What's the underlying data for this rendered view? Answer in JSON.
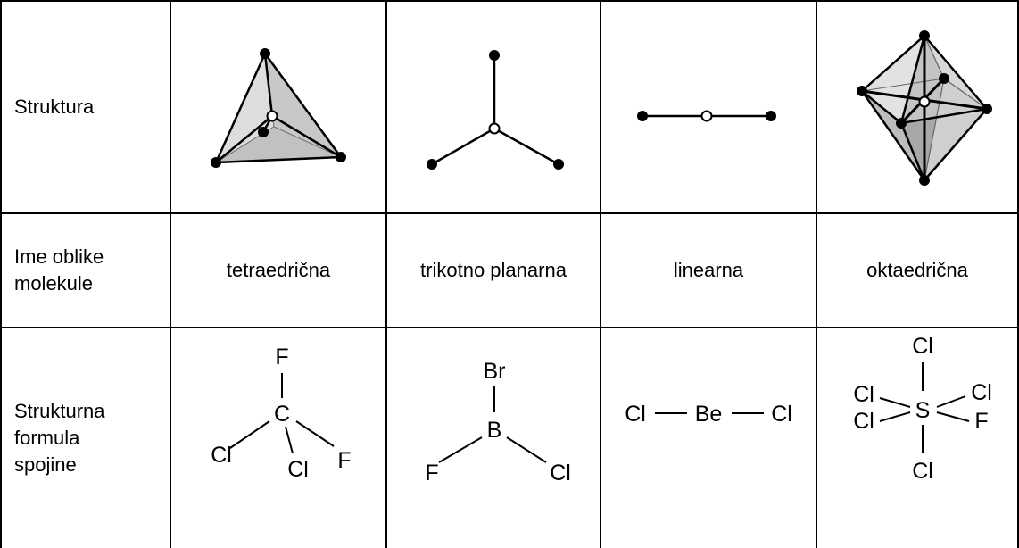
{
  "rows": {
    "structure_label": "Struktura",
    "shape_name_label": "Ime oblike\nmolekule",
    "formula_label": "Strukturna\nformula\nspojine"
  },
  "shapes": [
    {
      "name": "tetraedrična"
    },
    {
      "name": "trikotno planarna"
    },
    {
      "name": "linearna"
    },
    {
      "name": "oktaedrična"
    }
  ],
  "formulas": {
    "tetrahedral": {
      "center": "C",
      "top": "F",
      "left": "Cl",
      "bottom": "Cl",
      "right": "F"
    },
    "trigonal": {
      "center": "B",
      "top": "Br",
      "left": "F",
      "right": "Cl"
    },
    "linear": {
      "center": "Be",
      "left": "Cl",
      "right": "Cl"
    },
    "octahedral": {
      "center": "S",
      "top": "Cl",
      "bottom": "Cl",
      "upper_left": "Cl",
      "lower_left": "Cl",
      "upper_right": "Cl",
      "lower_right": "F"
    }
  },
  "colors": {
    "line": "#000000",
    "face_light": "#e6e6e6",
    "face_mid": "#cccccc",
    "face_dark": "#a8a8a8"
  }
}
